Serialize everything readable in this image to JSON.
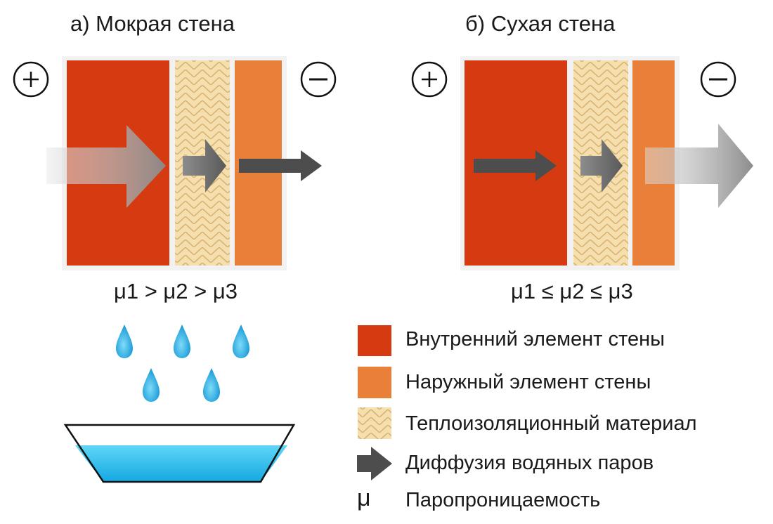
{
  "panels": {
    "wet": {
      "title": "а) Мокрая стена",
      "relation": "μ1 > μ2 > μ3"
    },
    "dry": {
      "title": "б) Сухая стена",
      "relation": "μ1 ≤ μ2 ≤ μ3"
    }
  },
  "legend": {
    "inner_label": "Внутренний элемент стены",
    "outer_label": "Наружный элемент стены",
    "insulation_label": "Теплоизоляционный материал",
    "diffusion_label": "Диффузия водяных паров",
    "mu_symbol": "μ",
    "mu_label": "Паропроницаемость"
  },
  "colors": {
    "inner": "#d63a10",
    "outer": "#e8803a",
    "insulation": "#f3d8a2",
    "arrow": "#4d4d4d",
    "water": "#1fb6e8"
  },
  "icons": [
    "plus-circle-icon",
    "minus-circle-icon",
    "water-drop-icon",
    "water-bowl-icon",
    "arrow-icon"
  ]
}
